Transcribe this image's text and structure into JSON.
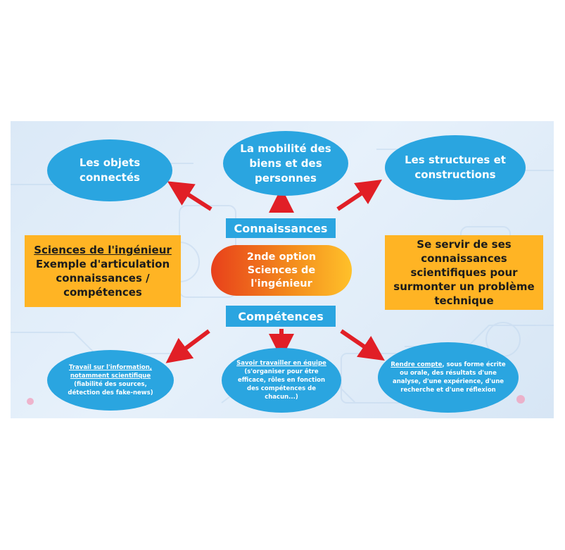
{
  "top_nodes": {
    "objets": "Les objets connectés",
    "mobilite": "La mobilité des biens et des personnes",
    "structures": "Les structures et constructions"
  },
  "bands": {
    "connaissances": "Connaissances",
    "competences": "Compétences"
  },
  "center": "2nde option Sciences de l'ingénieur",
  "left_box": {
    "title": "Sciences de l'ingénieur",
    "body": "Exemple d'articulation connaissances / compétences"
  },
  "right_box": "Se servir de ses connaissances scientifiques pour surmonter un problème technique",
  "bottom_nodes": {
    "information": {
      "title": "Travail sur l'information, notamment scientifique",
      "body": "(fiabilité des sources, détection des fake-news)"
    },
    "equipe": {
      "title": "Savoir travailler en équipe",
      "body": "(s'organiser pour être efficace, rôles en fonction des compétences de chacun...)"
    },
    "rendre": {
      "title": "Rendre compte",
      "body": ", sous forme écrite ou orale, des résultats d'une analyse, d'une expérience, d'une recherche et d'une réflexion"
    }
  },
  "colors": {
    "ellipse": "#2aa5e0",
    "orange_box": "#ffb424",
    "arrow": "#e11f26",
    "center_start": "#e8401b",
    "center_end": "#ffc12a"
  }
}
